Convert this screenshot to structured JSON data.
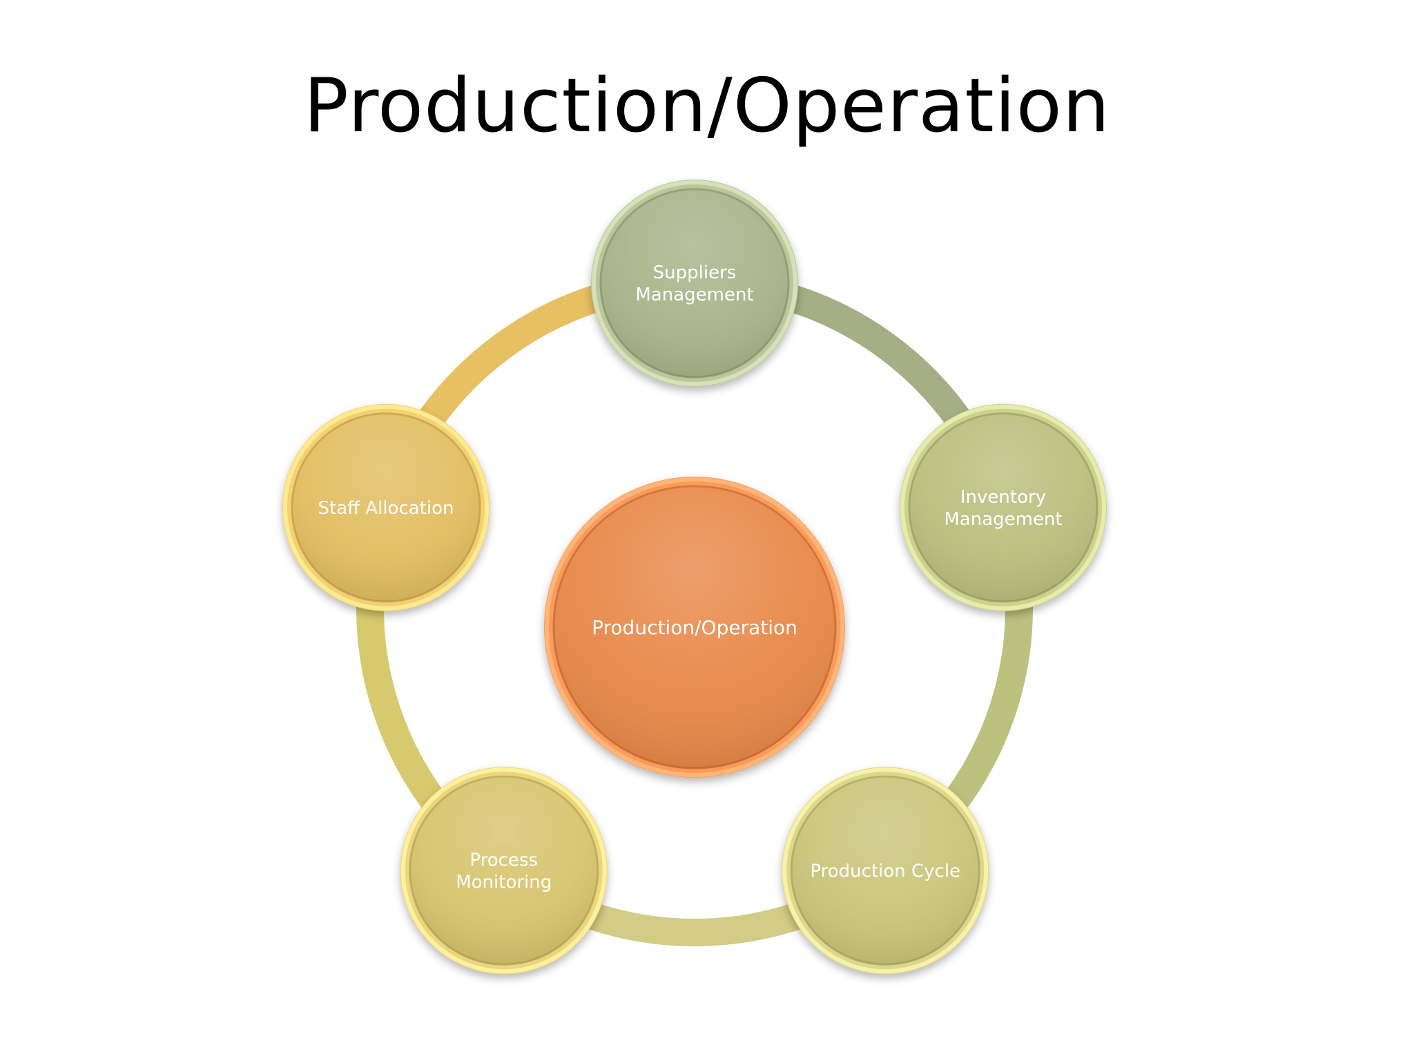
{
  "slide": {
    "title": "Production/Operation"
  },
  "diagram": {
    "center": {
      "label": "Production/Operation",
      "color": "#E8894A"
    },
    "nodes": [
      {
        "id": "suppliers",
        "label_lines": [
          "Suppliers",
          "Management"
        ],
        "color": "#A9B48A"
      },
      {
        "id": "inventory",
        "label_lines": [
          "Inventory",
          "Management"
        ],
        "color": "#BBBF7E"
      },
      {
        "id": "production-cycle",
        "label_lines": [
          "Production Cycle"
        ],
        "color": "#CAC57A"
      },
      {
        "id": "process-monitoring",
        "label_lines": [
          "Process",
          "Monitoring"
        ],
        "color": "#D7C46E"
      },
      {
        "id": "staff-allocation",
        "label_lines": [
          "Staff Allocation"
        ],
        "color": "#E2BE62"
      }
    ],
    "ring_colors": {
      "suppliers_to_inventory": "#A5AE85",
      "inventory_to_production_cycle": "#BDC17E",
      "production_cycle_to_process_monitoring": "#D3CC86",
      "process_monitoring_to_staff_allocation": "#D7C96D",
      "staff_allocation_to_suppliers": "#E6C062"
    }
  }
}
